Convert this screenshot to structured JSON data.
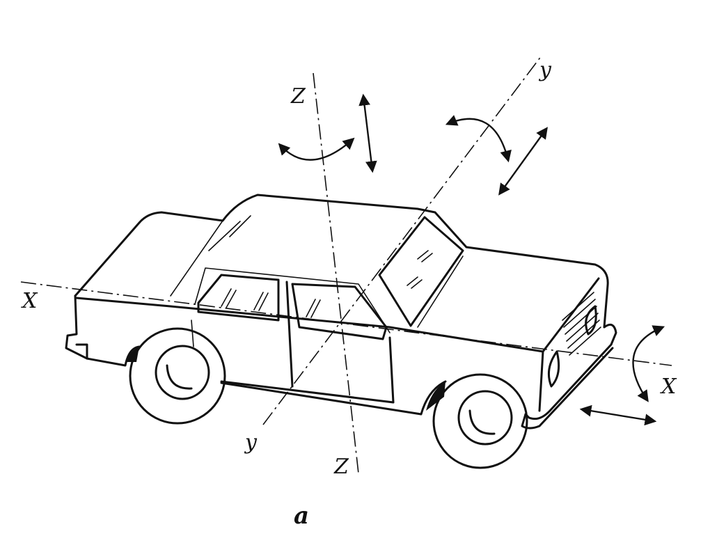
{
  "axes": {
    "x_start": "X",
    "x_end": "X",
    "y_start": "y",
    "y_end": "y",
    "z_start": "Z",
    "z_end": "Z"
  },
  "caption": "a",
  "icons": [
    "rotation-arrow-icon",
    "translation-arrow-icon"
  ],
  "colors": {
    "ink": "#111111",
    "paper": "#ffffff"
  }
}
